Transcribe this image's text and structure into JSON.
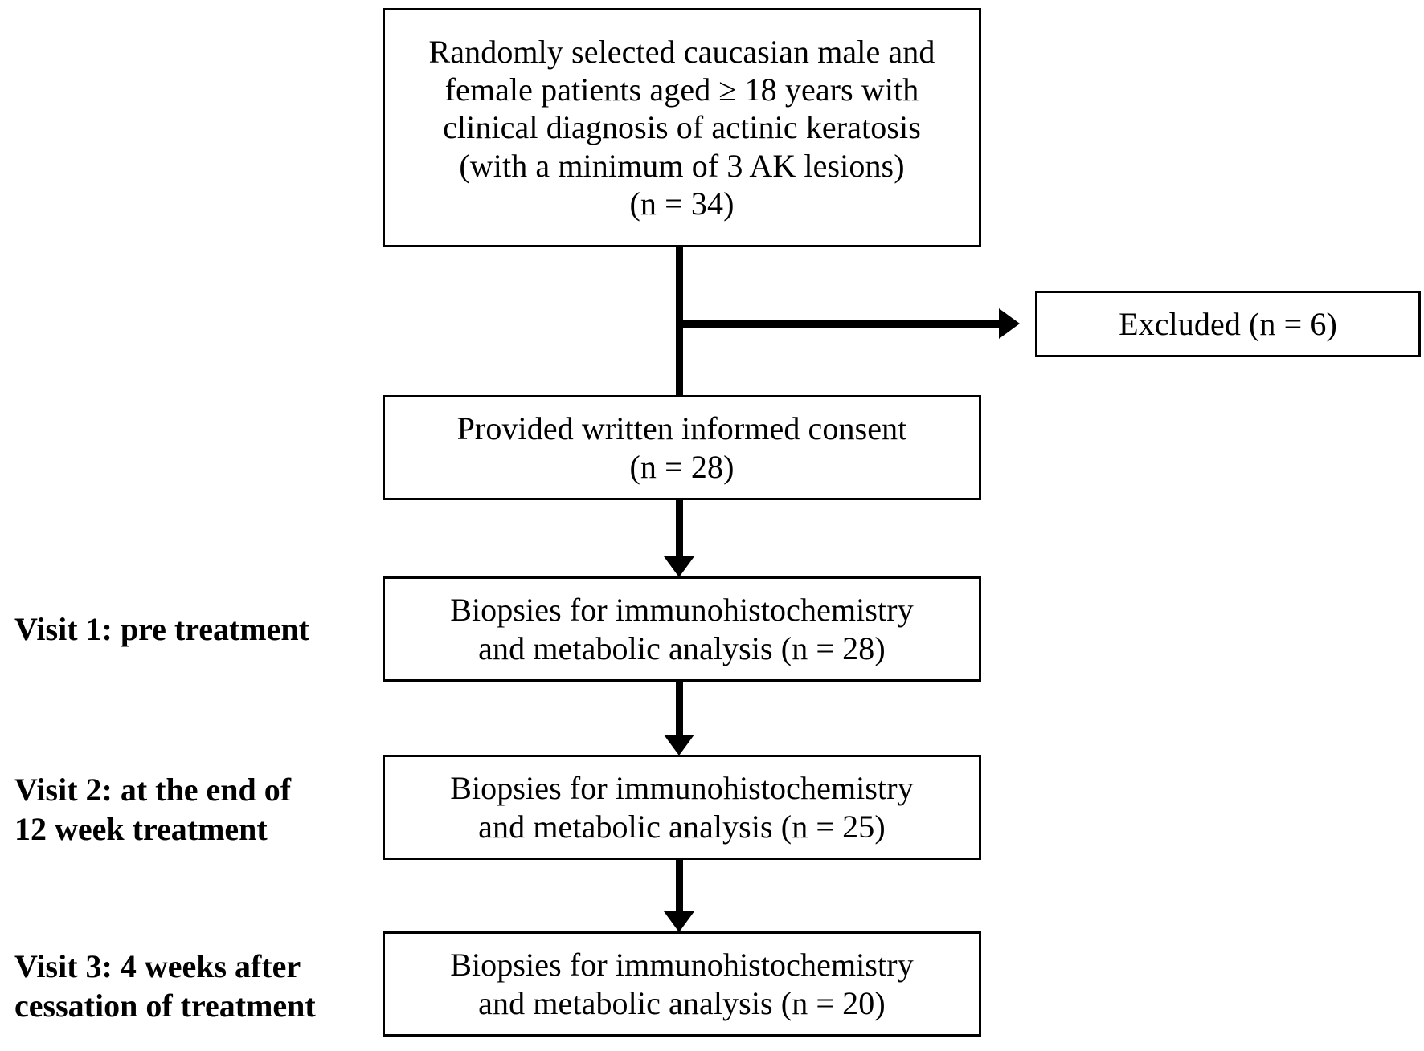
{
  "figure": {
    "type": "flowchart",
    "title": "Patient enrolment and study visit flow diagram",
    "orientation": "top-to-bottom"
  },
  "nodes": {
    "eligibility": {
      "lines": [
        "Randomly selected caucasian male and",
        "female patients aged ≥ 18 years with",
        "clinical diagnosis of actinic keratosis",
        "(with a minimum of 3 AK lesions)",
        "(n = 34)"
      ],
      "n": 34
    },
    "excluded": {
      "lines": [
        "Excluded (n = 6)"
      ],
      "n": 6
    },
    "consent": {
      "lines": [
        "Provided written informed consent",
        "(n = 28)"
      ],
      "n": 28
    },
    "visit1_box": {
      "lines": [
        "Biopsies for immunohistochemistry",
        "and metabolic analysis (n = 28)"
      ],
      "n": 28
    },
    "visit2_box": {
      "lines": [
        "Biopsies for immunohistochemistry",
        "and metabolic analysis (n = 25)"
      ],
      "n": 25
    },
    "visit3_box": {
      "lines": [
        "Biopsies for immunohistochemistry",
        "and metabolic analysis (n = 20)"
      ],
      "n": 20
    }
  },
  "visit_labels": {
    "visit1": {
      "lines": [
        "Visit 1: pre treatment"
      ]
    },
    "visit2": {
      "lines": [
        "Visit 2: at the end of",
        "12 week treatment"
      ]
    },
    "visit3": {
      "lines": [
        "Visit 3: 4 weeks after",
        "cessation of treatment"
      ]
    }
  },
  "connectors": [
    {
      "name": "eligibility-to-consent",
      "from": "eligibility",
      "to": "consent",
      "style": "plain-line",
      "direction": "down"
    },
    {
      "name": "eligibility-to-excluded",
      "from": "eligibility",
      "to": "excluded",
      "style": "arrow",
      "direction": "right"
    },
    {
      "name": "consent-to-visit1",
      "from": "consent",
      "to": "visit1_box",
      "style": "arrow",
      "direction": "down"
    },
    {
      "name": "visit1-to-visit2",
      "from": "visit1_box",
      "to": "visit2_box",
      "style": "arrow",
      "direction": "down"
    },
    {
      "name": "visit2-to-visit3",
      "from": "visit2_box",
      "to": "visit3_box",
      "style": "arrow",
      "direction": "down"
    }
  ],
  "colors": {
    "background": "#ffffff",
    "stroke": "#000000",
    "text": "#000000"
  }
}
